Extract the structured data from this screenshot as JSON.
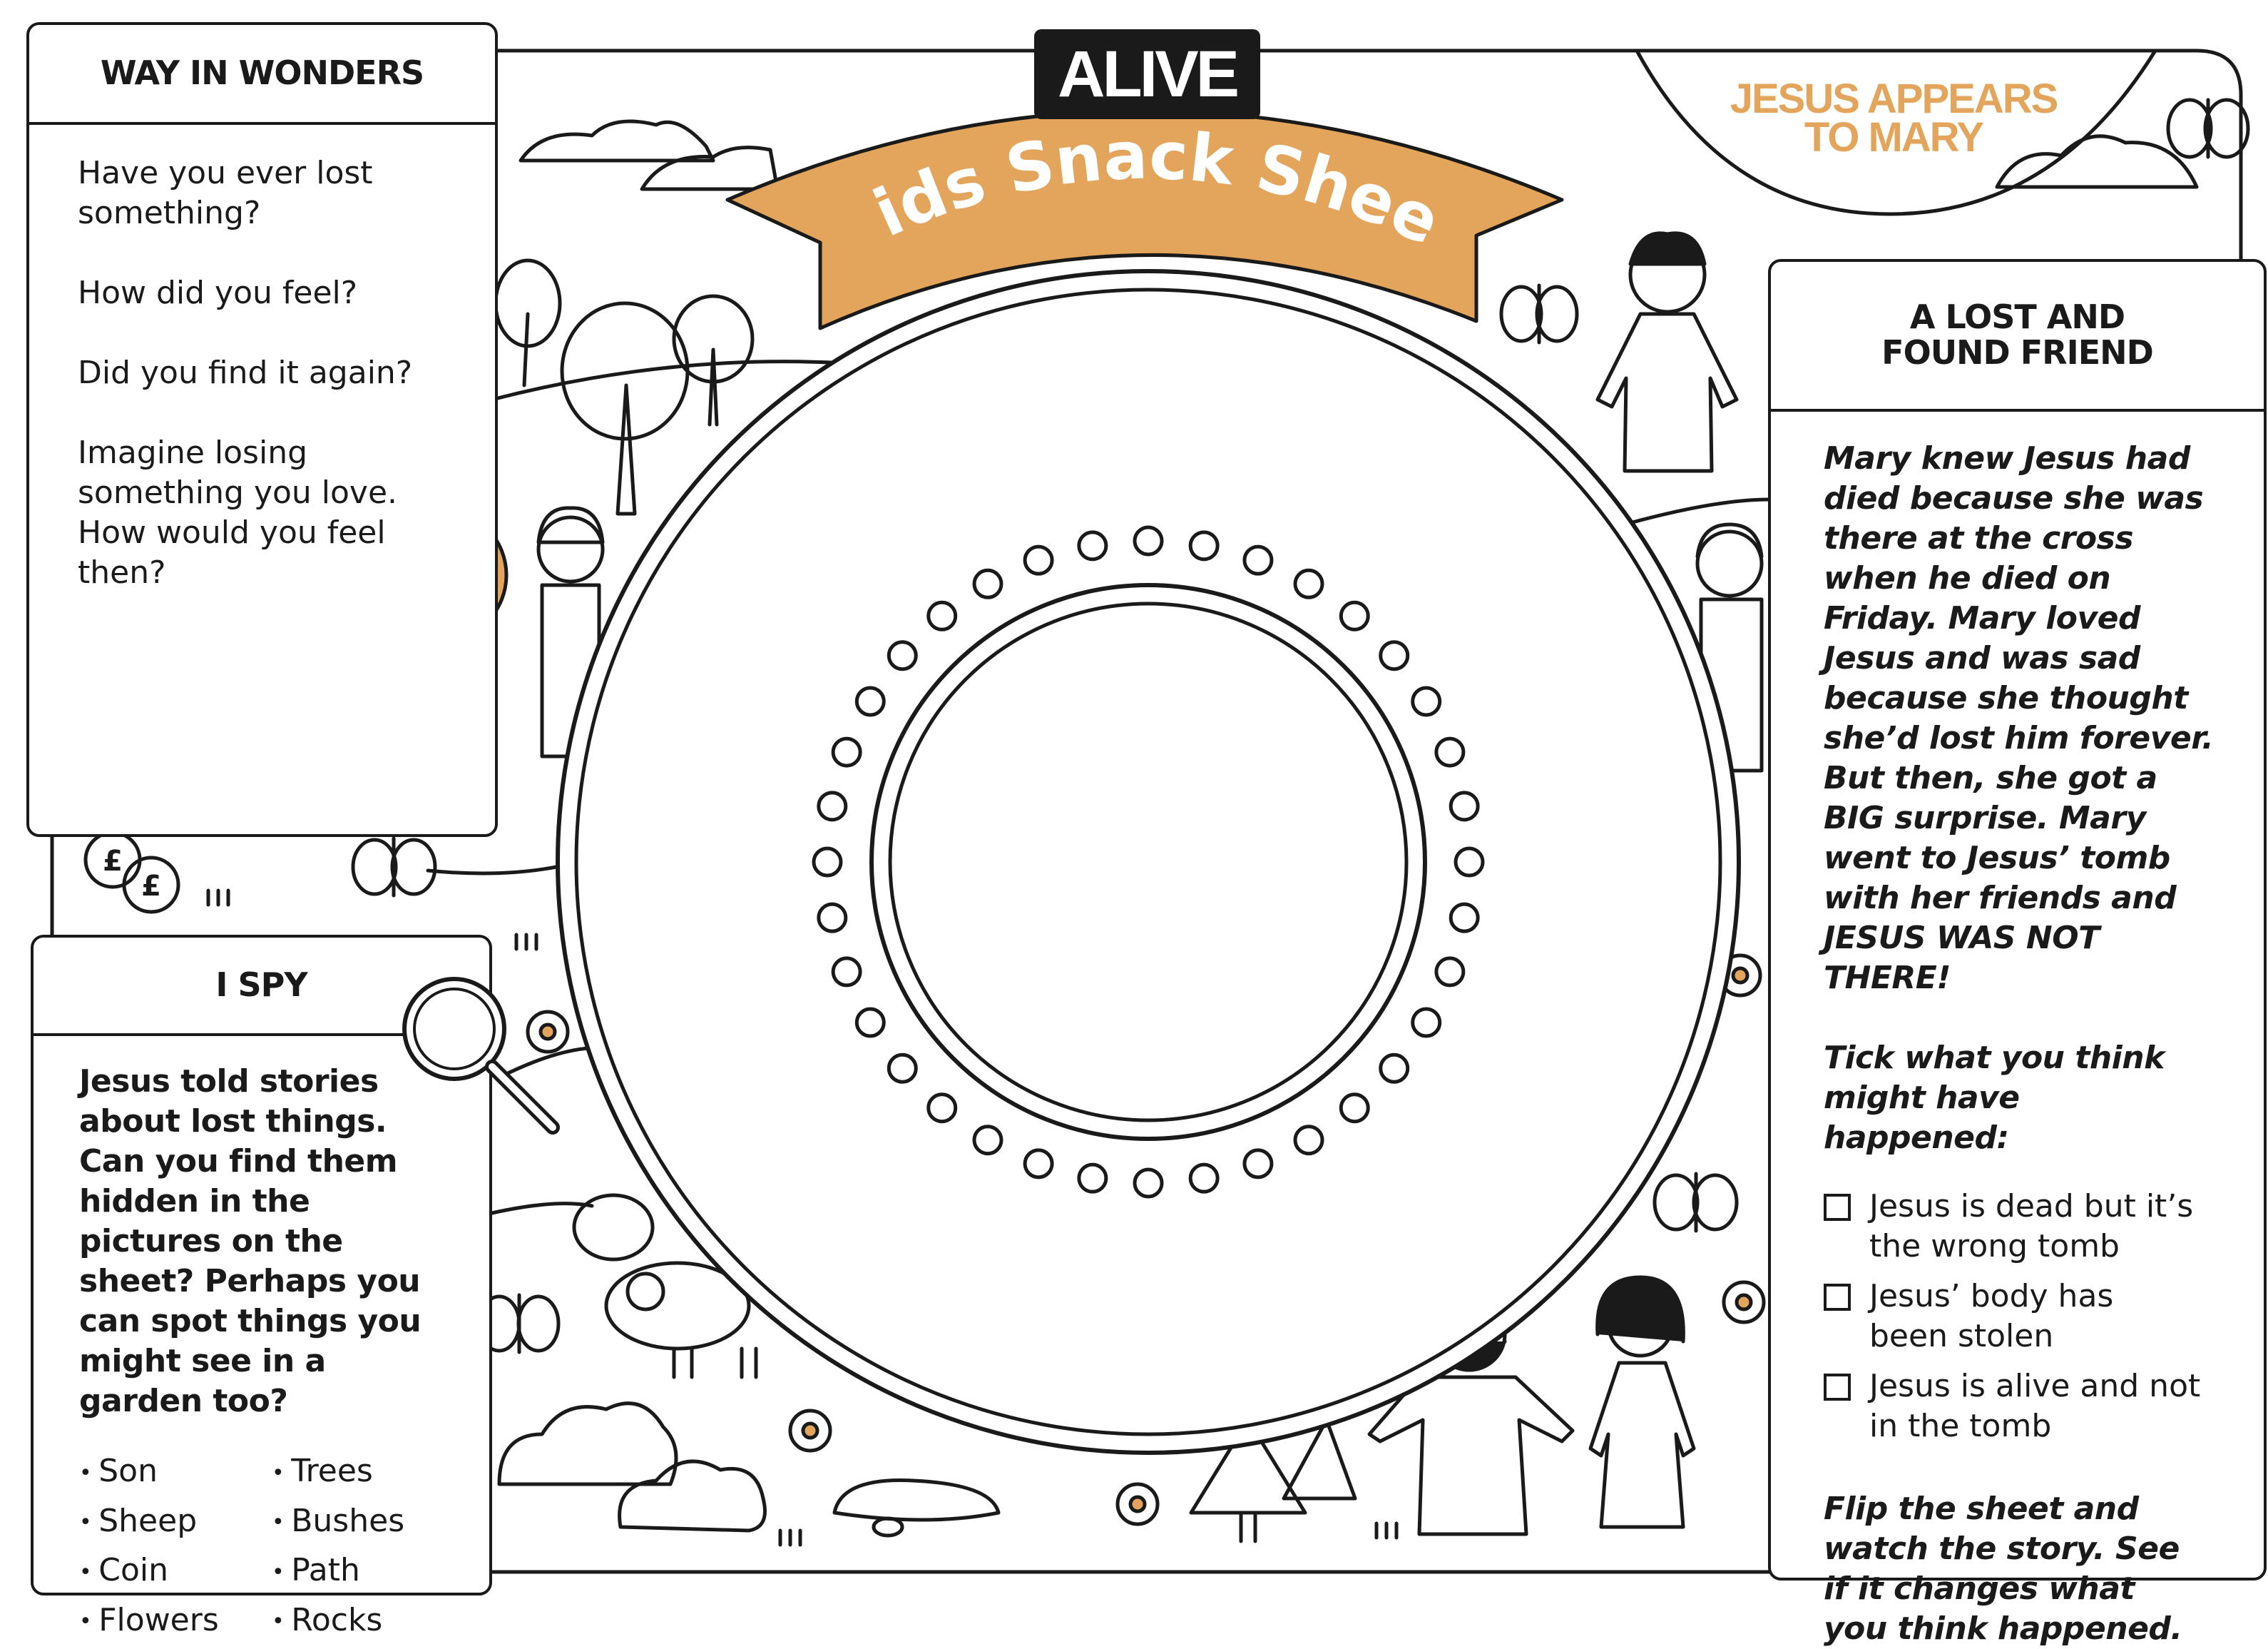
{
  "colors": {
    "accent": "#e3a55c",
    "ink": "#1a1a1a"
  },
  "logo": "ALIVE",
  "banner_title": "Kids Snack Sheet",
  "story_title": [
    "JESUS APPEARS",
    "TO MARY"
  ],
  "wonder": {
    "heading": "WAY IN WONDERS",
    "questions": [
      "Have you ever lost something?",
      "How did you feel?",
      "Did you find it again?",
      "Imagine losing something you love. How would you feel then?"
    ]
  },
  "spy": {
    "heading": "I SPY",
    "intro": "Jesus told stories about lost things. Can you find them hidden in the pictures on the sheet? Perhaps you can spot things you might see in a garden too?",
    "items": [
      "Son",
      "Trees",
      "Sheep",
      "Bushes",
      "Coin",
      "Path",
      "Flowers",
      "Rocks"
    ]
  },
  "story": {
    "heading": "A LOST AND FOUND FRIEND",
    "text": "Mary knew Jesus had died because she was there at the cross when he died on Friday. Mary loved Jesus and was sad because she thought she’d lost him forever. But then, she got a BIG surprise. Mary went to Jesus’ tomb with her friends and JESUS WAS NOT THERE!",
    "tick_prompt": "Tick what you think might have happened:",
    "options": [
      "Jesus is dead but it’s the wrong tomb",
      "Jesus’ body has been stolen",
      "Jesus is alive and not in the tomb"
    ],
    "outro": "Flip the sheet and watch the story. See if it changes what you think happened."
  },
  "icons": [
    "pencil-icon",
    "magnifier-icon",
    "butterfly-icon",
    "coin-icon",
    "flower-icon"
  ]
}
